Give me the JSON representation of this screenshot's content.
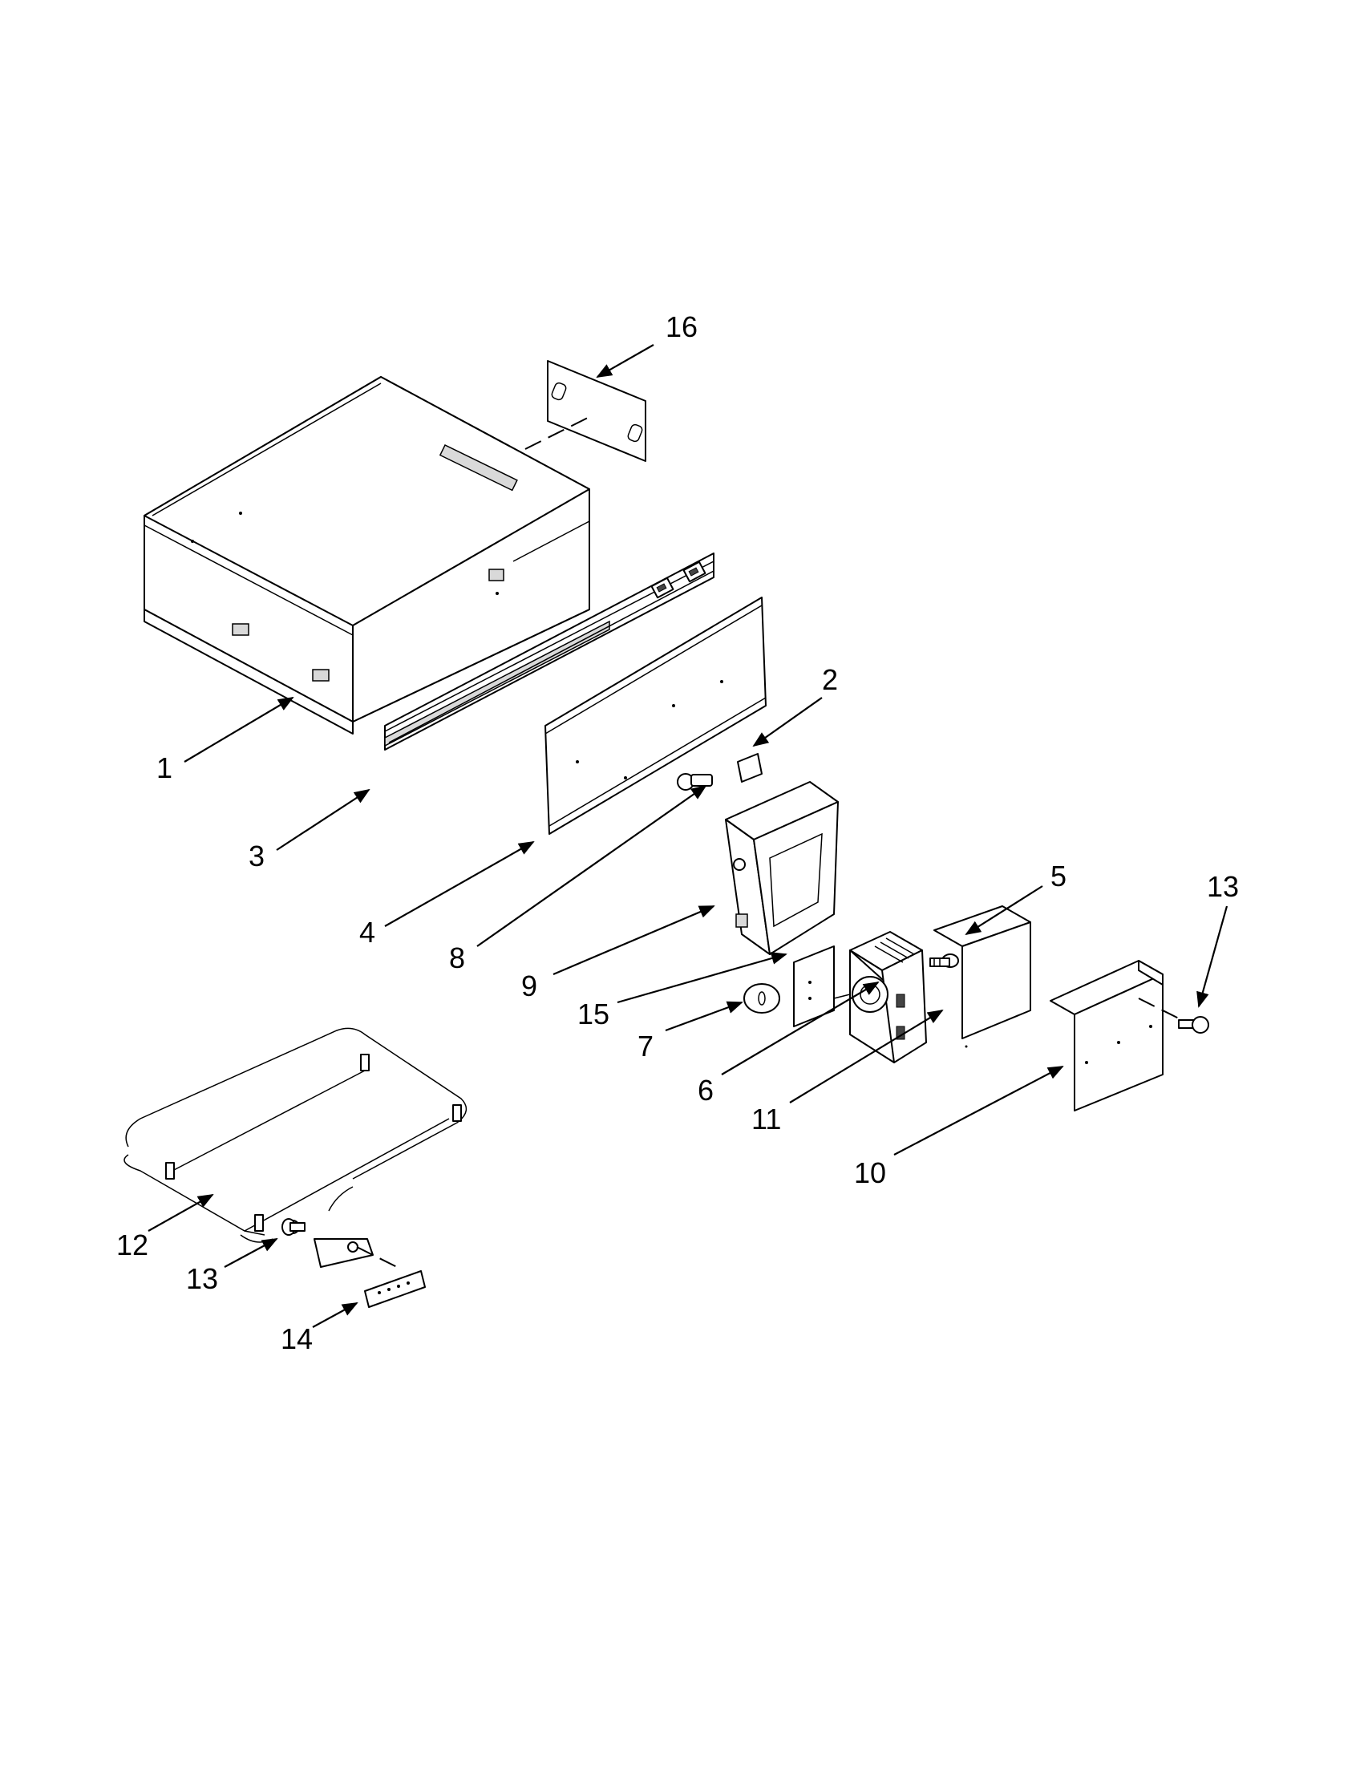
{
  "callouts": [
    {
      "id": "c1",
      "label": "1"
    },
    {
      "id": "c2",
      "label": "2"
    },
    {
      "id": "c3",
      "label": "3"
    },
    {
      "id": "c4",
      "label": "4"
    },
    {
      "id": "c5",
      "label": "5"
    },
    {
      "id": "c6",
      "label": "6"
    },
    {
      "id": "c7",
      "label": "7"
    },
    {
      "id": "c8",
      "label": "8"
    },
    {
      "id": "c9",
      "label": "9"
    },
    {
      "id": "c10",
      "label": "10"
    },
    {
      "id": "c11",
      "label": "11"
    },
    {
      "id": "c12",
      "label": "12"
    },
    {
      "id": "c13a",
      "label": "13"
    },
    {
      "id": "c13b",
      "label": "13"
    },
    {
      "id": "c14",
      "label": "14"
    },
    {
      "id": "c15",
      "label": "15"
    },
    {
      "id": "c16",
      "label": "16"
    }
  ]
}
